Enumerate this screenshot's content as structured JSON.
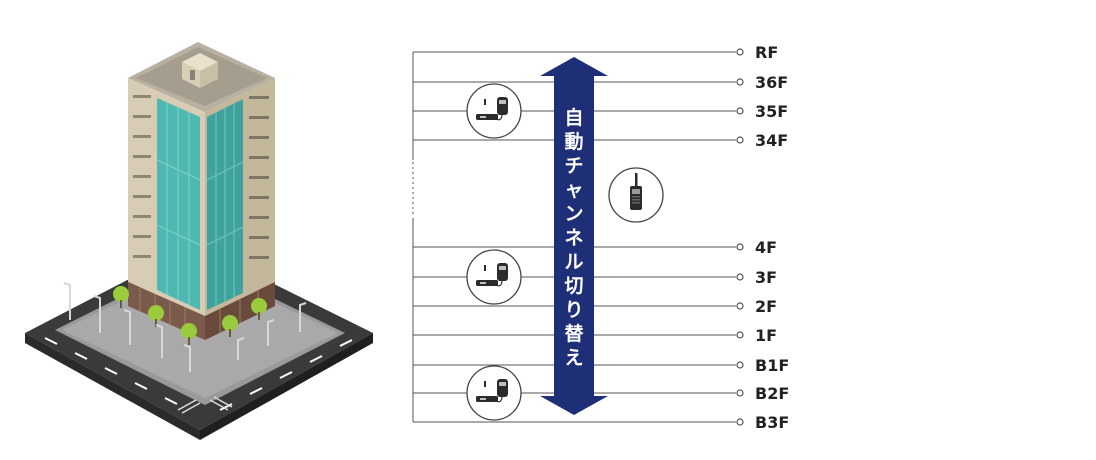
{
  "floors": [
    "RF",
    "36F",
    "35F",
    "34F",
    "4F",
    "3F",
    "2F",
    "1F",
    "B1F",
    "B2F",
    "B3F"
  ],
  "arrow_chars": [
    "自",
    "動",
    "チ",
    "ャ",
    "ン",
    "ネ",
    "ル",
    "切",
    "り",
    "替",
    "え"
  ],
  "colors": {
    "line": "#555555",
    "arrow": "#1e2f78",
    "glass": "#4fb8b0",
    "wall": "#d8cdb4",
    "road": "#3a3a3a",
    "sidewalk": "#9a9a9a",
    "tree": "#9acb3c"
  },
  "icons": {
    "repeater": "radio-repeater-icon",
    "handheld": "handheld-radio-icon",
    "building": "office-building-illustration"
  }
}
